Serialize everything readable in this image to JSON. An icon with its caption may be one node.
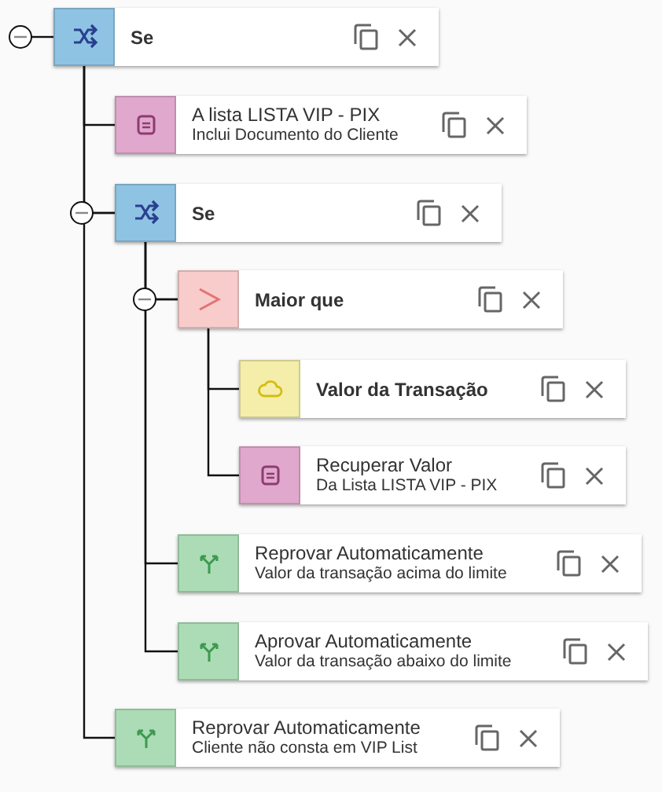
{
  "diagram": {
    "nodes": [
      {
        "text": [
          "Se"
        ]
      },
      {
        "text": [
          "A lista LISTA VIP - PIX",
          "Inclui Documento do Cliente"
        ]
      },
      {
        "text": [
          "Se"
        ]
      },
      {
        "text": [
          "Maior que"
        ]
      },
      {
        "text": [
          "Valor da Transação"
        ]
      },
      {
        "text": [
          "Recuperar Valor",
          "Da Lista LISTA VIP - PIX"
        ]
      },
      {
        "text": [
          "Reprovar Automaticamente",
          "Valor da transação acima do limite"
        ]
      },
      {
        "text": [
          "Aprovar Automaticamente",
          "Valor da transação abaixo do limite"
        ]
      },
      {
        "text": [
          "Reprovar Automaticamente",
          "Cliente não consta em VIP List"
        ]
      }
    ],
    "edges": [
      {
        "from": 0,
        "to": 1,
        "arrow": "none"
      },
      {
        "from": 0,
        "to": 2,
        "arrow": "none"
      },
      {
        "from": 2,
        "to": 3,
        "arrow": "none"
      },
      {
        "from": 3,
        "to": 4,
        "arrow": "none"
      },
      {
        "from": 3,
        "to": 5,
        "arrow": "none"
      },
      {
        "from": 2,
        "to": 6,
        "arrow": "none"
      },
      {
        "from": 2,
        "to": 7,
        "arrow": "none"
      },
      {
        "from": 0,
        "to": 8,
        "arrow": "none"
      }
    ]
  }
}
